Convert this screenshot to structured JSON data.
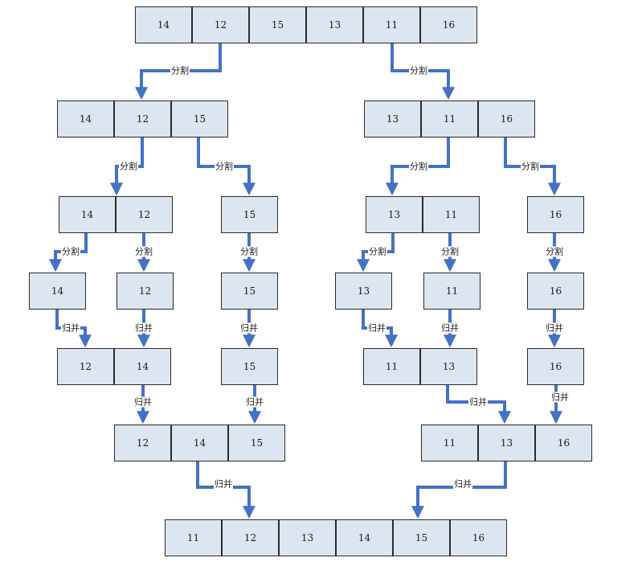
{
  "arrow_color": "#4472c4",
  "cell_fill": "#dce6f1",
  "labels": {
    "split": "分割",
    "merge": "归并"
  },
  "rows": {
    "initial": [
      [
        "14",
        "12",
        "15",
        "13",
        "11",
        "16"
      ]
    ],
    "split1": [
      [
        "14",
        "12",
        "15"
      ],
      [
        "13",
        "11",
        "16"
      ]
    ],
    "split2": [
      [
        "14",
        "12"
      ],
      [
        "15"
      ],
      [
        "13",
        "11"
      ],
      [
        "16"
      ]
    ],
    "split3": [
      [
        "14"
      ],
      [
        "12"
      ],
      [
        "15"
      ],
      [
        "13"
      ],
      [
        "11"
      ],
      [
        "16"
      ]
    ],
    "merge1": [
      [
        "12",
        "14"
      ],
      [
        "15"
      ],
      [
        "11",
        "13"
      ],
      [
        "16"
      ]
    ],
    "merge2": [
      [
        "12",
        "14",
        "15"
      ],
      [
        "11",
        "13",
        "16"
      ]
    ],
    "final": [
      [
        "11",
        "12",
        "13",
        "14",
        "15",
        "16"
      ]
    ]
  }
}
